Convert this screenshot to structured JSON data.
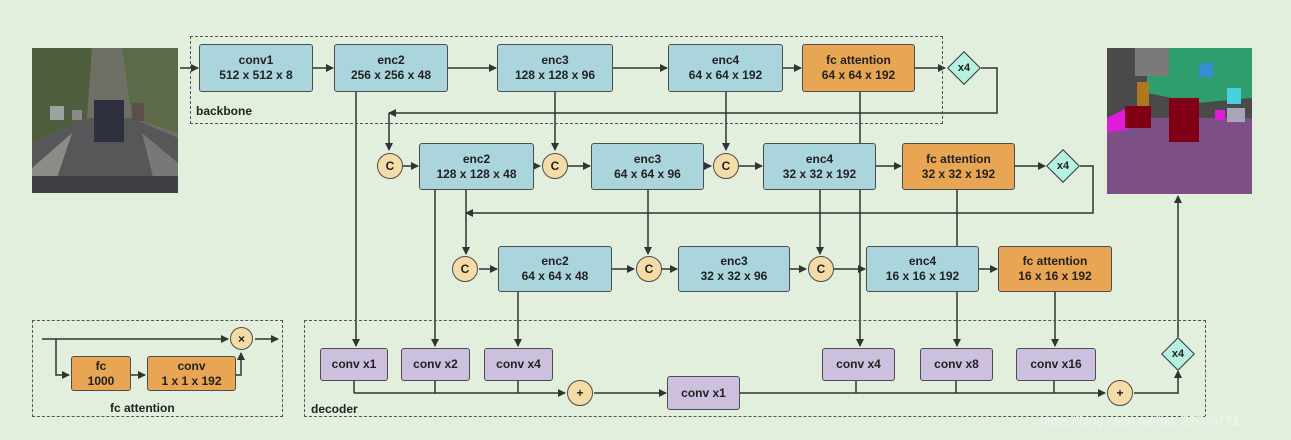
{
  "groups": {
    "backbone": "backbone",
    "decoder": "decoder",
    "fc_attention": "fc attention"
  },
  "nodes": {
    "conv1": [
      "conv1",
      "512 x 512 x 8"
    ],
    "b_enc2": [
      "enc2",
      "256 x 256 x 48"
    ],
    "b_enc3": [
      "enc3",
      "128 x 128 x 96"
    ],
    "b_enc4": [
      "enc4",
      "64 x 64 x 192"
    ],
    "b_fca": [
      "fc attention",
      "64 x 64 x 192"
    ],
    "r2_enc2": [
      "enc2",
      "128 x 128 x 48"
    ],
    "r2_enc3": [
      "enc3",
      "64 x 64 x 96"
    ],
    "r2_enc4": [
      "enc4",
      "32 x 32 x 192"
    ],
    "r2_fca": [
      "fc attention",
      "32 x 32 x 192"
    ],
    "r3_enc2": [
      "enc2",
      "64 x 64 x 48"
    ],
    "r3_enc3": [
      "enc3",
      "32 x 32 x 96"
    ],
    "r3_enc4": [
      "enc4",
      "16 x 16 x 192"
    ],
    "r3_fca": [
      "fc attention",
      "16 x 16 x 192"
    ],
    "d_c1": [
      "conv x1"
    ],
    "d_c2": [
      "conv x2"
    ],
    "d_c4": [
      "conv x4"
    ],
    "d_mid": [
      "conv x1"
    ],
    "d_c4b": [
      "conv x4"
    ],
    "d_c8": [
      "conv x8"
    ],
    "d_c16": [
      "conv x16"
    ],
    "fc_fc": [
      "fc",
      "1000"
    ],
    "fc_conv": [
      "conv",
      "1 x 1 x 192"
    ]
  },
  "symbols": {
    "concat": "C",
    "add": "+",
    "multiply": "×",
    "upsample_x4": "x4"
  },
  "watermark": "https://blog.csdn.net/qq_27036771",
  "colors": {
    "background": "#e2efdc",
    "encoder": "#aad5dc",
    "attention": "#e8a553",
    "decoder_conv": "#ccc0de",
    "operator": "#f5dca7",
    "upsample": "#b6f0e0"
  }
}
